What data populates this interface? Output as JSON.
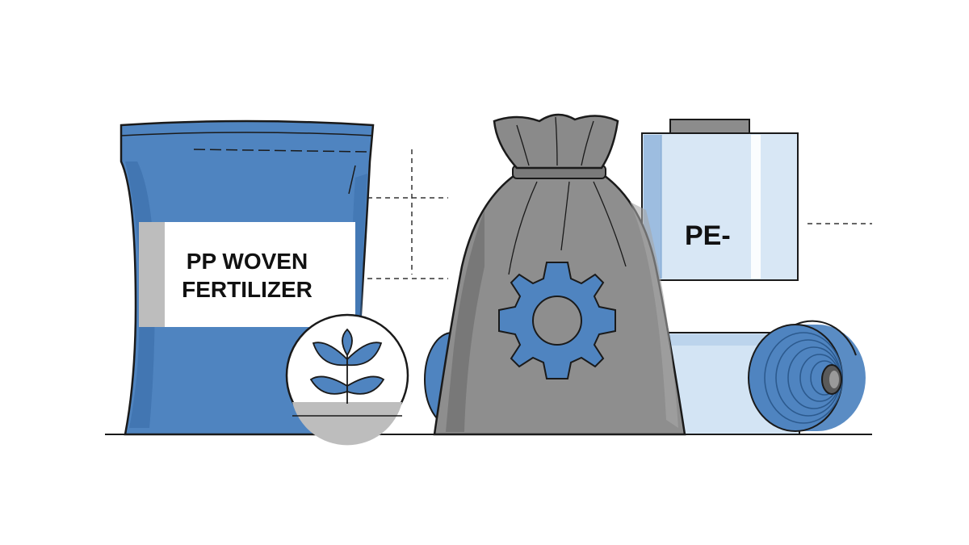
{
  "illustration": {
    "fertilizer_bag": {
      "label_line1": "PP WOVEN",
      "label_line2": "FERTILIZER",
      "badge_icon": "plant-sprout-icon"
    },
    "sack": {
      "icon": "gear-icon"
    },
    "film_box": {
      "label": "PE-"
    },
    "film_roll": {
      "icon": "roll-icon"
    },
    "colors": {
      "brand_blue": "#4f84c0",
      "light_blue": "#cfe0f1",
      "sack_gray": "#8e8e8e",
      "outline": "#1a1a1a"
    }
  }
}
